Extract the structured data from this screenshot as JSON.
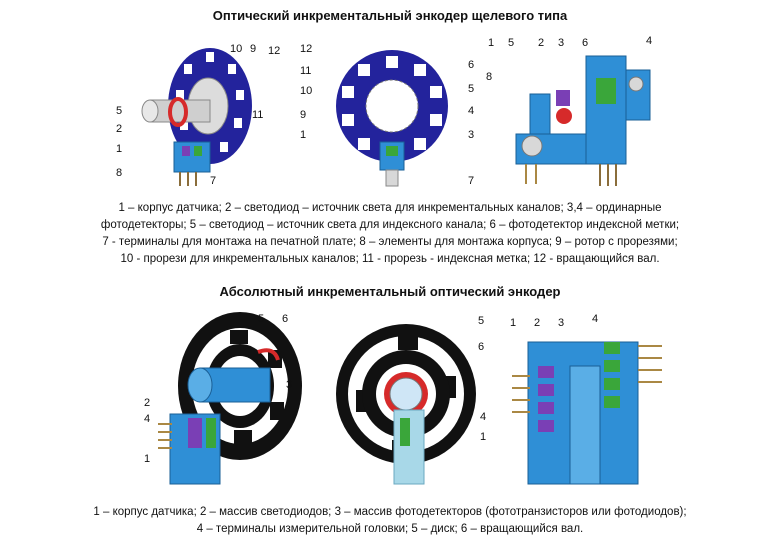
{
  "slit_encoder": {
    "title": "Оптический инкрементальный энкодер щелевого типа",
    "caption_lines": [
      "1 – корпус датчика; 2 – светодиод – источник света для инкрементальных каналов; 3,4 – ординарные",
      "фотодетекторы; 5 – светодиод – источник света для индексного канала; 6 – фотодетектор индексной метки;",
      "7 - терминалы для монтажа на печатной плате; 8 – элементы для монтажа корпуса; 9 – ротор с прорезями;",
      "10 - прорези для инкрементальных каналов; 11 - прорезь - индексная метка; 12 - вращающийся вал."
    ],
    "fig_a_callouts": [
      "10",
      "9",
      "12",
      "5",
      "11",
      "2",
      "1",
      "8",
      "7"
    ],
    "fig_b_callouts": [
      "12",
      "11",
      "10",
      "9",
      "1",
      "6",
      "5",
      "4",
      "3",
      "7"
    ],
    "fig_c_callouts": [
      "1",
      "5",
      "2",
      "3",
      "6",
      "4",
      "8"
    ]
  },
  "absolute_encoder": {
    "title": "Абсолютный инкрементальный оптический энкодер",
    "caption_lines": [
      "1 – корпус датчика; 2 – массив светодиодов; 3 – массив фотодетекторов (фототранзисторов или фотодиодов);",
      "4 – терминалы измерительной головки; 5 – диск; 6 – вращающийся вал."
    ],
    "fig_d_callouts": [
      "5",
      "6",
      "3",
      "2",
      "4",
      "1"
    ],
    "fig_e_callouts": [
      "5",
      "6",
      "4",
      "1"
    ],
    "fig_f_callouts": [
      "1",
      "2",
      "3",
      "4"
    ]
  },
  "colors": {
    "housing_blue": "#2f8fd6",
    "disk_navy": "#23239c",
    "disk_black": "#111111",
    "led_purple": "#7a3fb5",
    "detector_green": "#3aa63a",
    "red_ring": "#d62a2a"
  }
}
